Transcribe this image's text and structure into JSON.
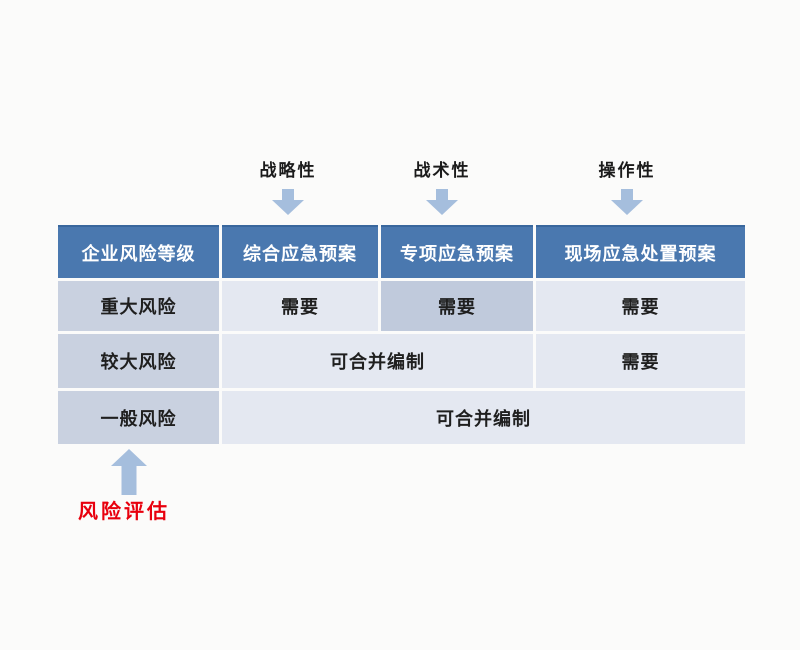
{
  "annotations": {
    "top": [
      {
        "label": "战略性"
      },
      {
        "label": "战术性"
      },
      {
        "label": "操作性"
      }
    ],
    "bottom_label": "风险评估"
  },
  "table": {
    "headers": [
      "企业风险等级",
      "综合应急预案",
      "专项应急预案",
      "现场应急处置预案"
    ],
    "rows": [
      {
        "level": "重大风险",
        "comprehensive": "需要",
        "special": "需要",
        "onsite": "需要"
      },
      {
        "level": "较大风险",
        "combined": "可合并编制",
        "onsite": "需要"
      },
      {
        "level": "一般风险",
        "combined": "可合并编制"
      }
    ]
  },
  "colors": {
    "header_bg": "#4a78af",
    "header_border_top": "#39679d",
    "level_cell_bg": "#c9d1e0",
    "data_cell_bg": "#e4e8f1",
    "highlight_cell_bg": "#c0cadc",
    "arrow_fill": "#a5bedd",
    "accent_red": "#e8000d",
    "page_bg": "#fbfbfa"
  }
}
